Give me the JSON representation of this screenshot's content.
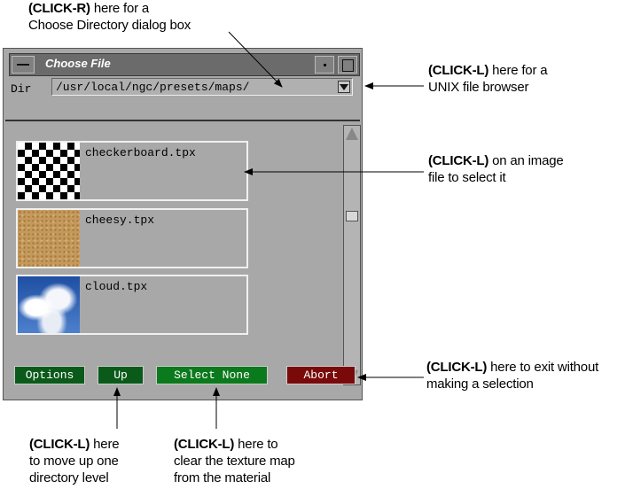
{
  "dialog": {
    "title": "Choose File",
    "dir_label": "Dir",
    "dir_value": "/usr/local/ngc/presets/maps/",
    "files": [
      {
        "name": "checkerboard.tpx"
      },
      {
        "name": "cheesy.tpx"
      },
      {
        "name": "cloud.tpx"
      }
    ],
    "buttons": {
      "options": "Options",
      "up": "Up",
      "select_none": "Select None",
      "abort": "Abort"
    }
  },
  "annotations": {
    "click_r_dir": {
      "bold": "(CLICK-R)",
      "line1": " here for a",
      "line2": "Choose Directory dialog box"
    },
    "click_l_browser": {
      "bold": "(CLICK-L)",
      "line1": " here for a",
      "line2": "UNIX file browser"
    },
    "click_l_image": {
      "bold": "(CLICK-L)",
      "line1": " on an image",
      "line2": "file to select it"
    },
    "click_l_exit": {
      "bold": "(CLICK-L)",
      "line1": " here to exit without",
      "line2": "making a selection"
    },
    "click_l_up": {
      "bold": "(CLICK-L)",
      "line1": " here",
      "line2": "to move up one",
      "line3": "directory level"
    },
    "click_l_clear": {
      "bold": "(CLICK-L)",
      "line1": " here to",
      "line2": "clear the texture map",
      "line3": "from the material"
    }
  }
}
